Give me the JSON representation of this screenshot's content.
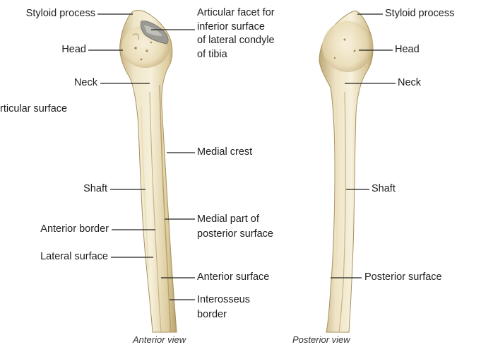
{
  "anterior": {
    "caption": "Anterior view",
    "labels": {
      "styloid": "Styloid process",
      "head": "Head",
      "neck": "Neck",
      "articular_surface": "rticular surface",
      "articular_facet": [
        "Articular facet for",
        "inferior surface",
        "of lateral condyle",
        "of tibia"
      ],
      "medial_crest": "Medial crest",
      "shaft": "Shaft",
      "medial_posterior": [
        "Medial part of",
        "posterior surface"
      ],
      "anterior_border": "Anterior border",
      "lateral_surface": "Lateral surface",
      "anterior_surface": "Anterior surface",
      "interosseus_border": [
        "Interosseus",
        "border"
      ]
    }
  },
  "posterior": {
    "caption": "Posterior view",
    "labels": {
      "styloid": "Styloid process",
      "head": "Head",
      "neck": "Neck",
      "shaft": "Shaft",
      "posterior_surface": "Posterior surface"
    }
  },
  "colors": {
    "bone_light": "#f4ecd4",
    "bone_mid": "#e6d8b0",
    "bone_shade": "#c9b484",
    "bone_dark": "#a8925f",
    "leader_line": "#222222"
  }
}
